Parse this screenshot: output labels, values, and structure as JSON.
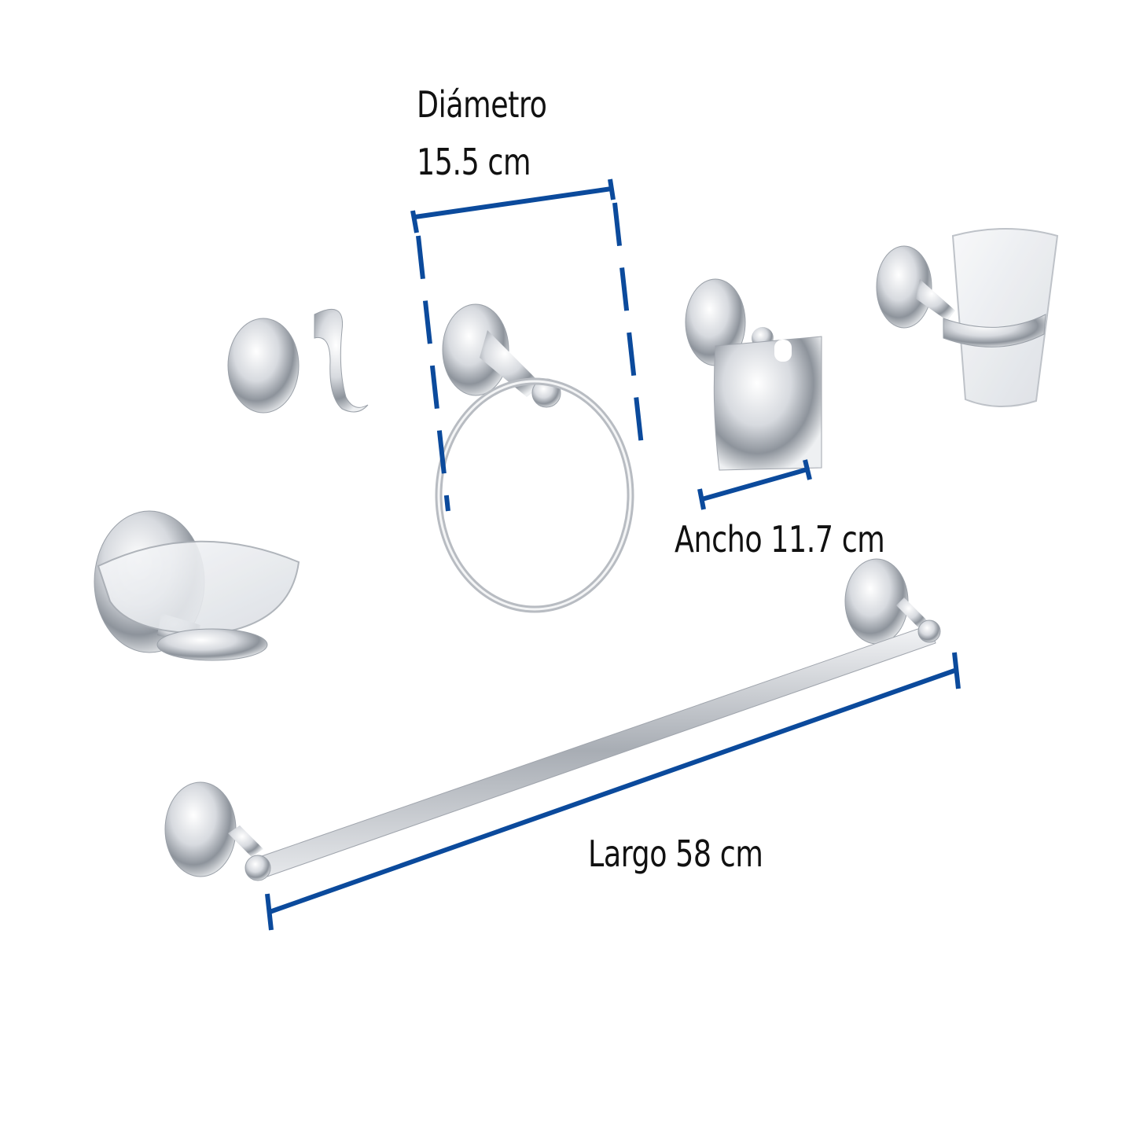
{
  "labels": {
    "diameter_title": "Diámetro",
    "diameter_value": "15.5 cm",
    "width": "Ancho 11.7 cm",
    "length": "Largo 58 cm"
  },
  "colors": {
    "dimension_line": "#0b4a9c",
    "text": "#111111",
    "chrome": "#c9ccd2"
  },
  "products": [
    "robe-hook",
    "towel-ring",
    "toilet-paper-holder",
    "tumbler-holder",
    "soap-dish",
    "towel-bar"
  ]
}
